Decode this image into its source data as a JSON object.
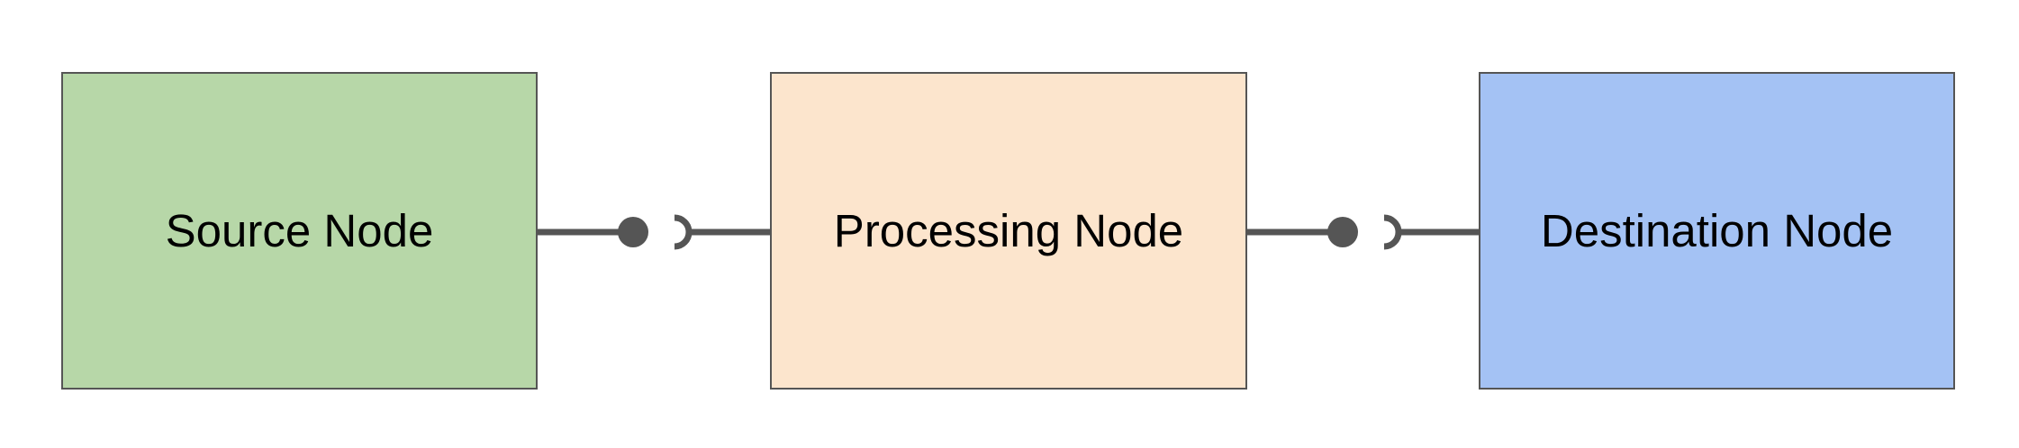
{
  "nodes": [
    {
      "id": "source",
      "label": "Source Node",
      "fill": "#b7d7a8"
    },
    {
      "id": "processing",
      "label": "Processing Node",
      "fill": "#fce5cd"
    },
    {
      "id": "destination",
      "label": "Destination Node",
      "fill": "#a4c2f4"
    }
  ],
  "connections": [
    {
      "from": "source",
      "to": "processing",
      "style": "ball-and-socket"
    },
    {
      "from": "processing",
      "to": "destination",
      "style": "ball-and-socket"
    }
  ],
  "colors": {
    "border": "#555555",
    "connector": "#555555",
    "background": "#ffffff"
  }
}
